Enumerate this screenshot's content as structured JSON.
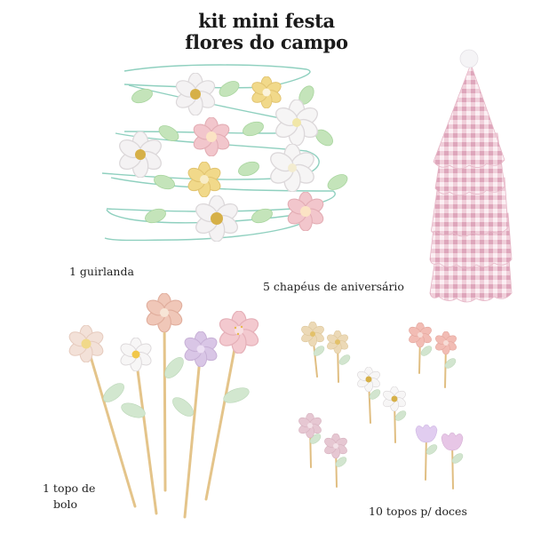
{
  "title_line1": "kit mini festa",
  "title_line2": "flores do campo",
  "labels": {
    "garland": "1 guirlanda",
    "hats": "5 chapéus de aniversário",
    "cake_topper_line1": "1 topo de",
    "cake_topper_line2": "bolo",
    "sweet_toppers": "10 topos p/ doces"
  },
  "colors": {
    "gingham_pink": "#e9c6d3",
    "leaf_green": "#bfe0b6",
    "petal_white": "#f4f2f3",
    "petal_pink": "#f2c6cc",
    "petal_yellow": "#f1d98a",
    "gold_center": "#d6b048",
    "stick_wood": "#e4c48a"
  }
}
